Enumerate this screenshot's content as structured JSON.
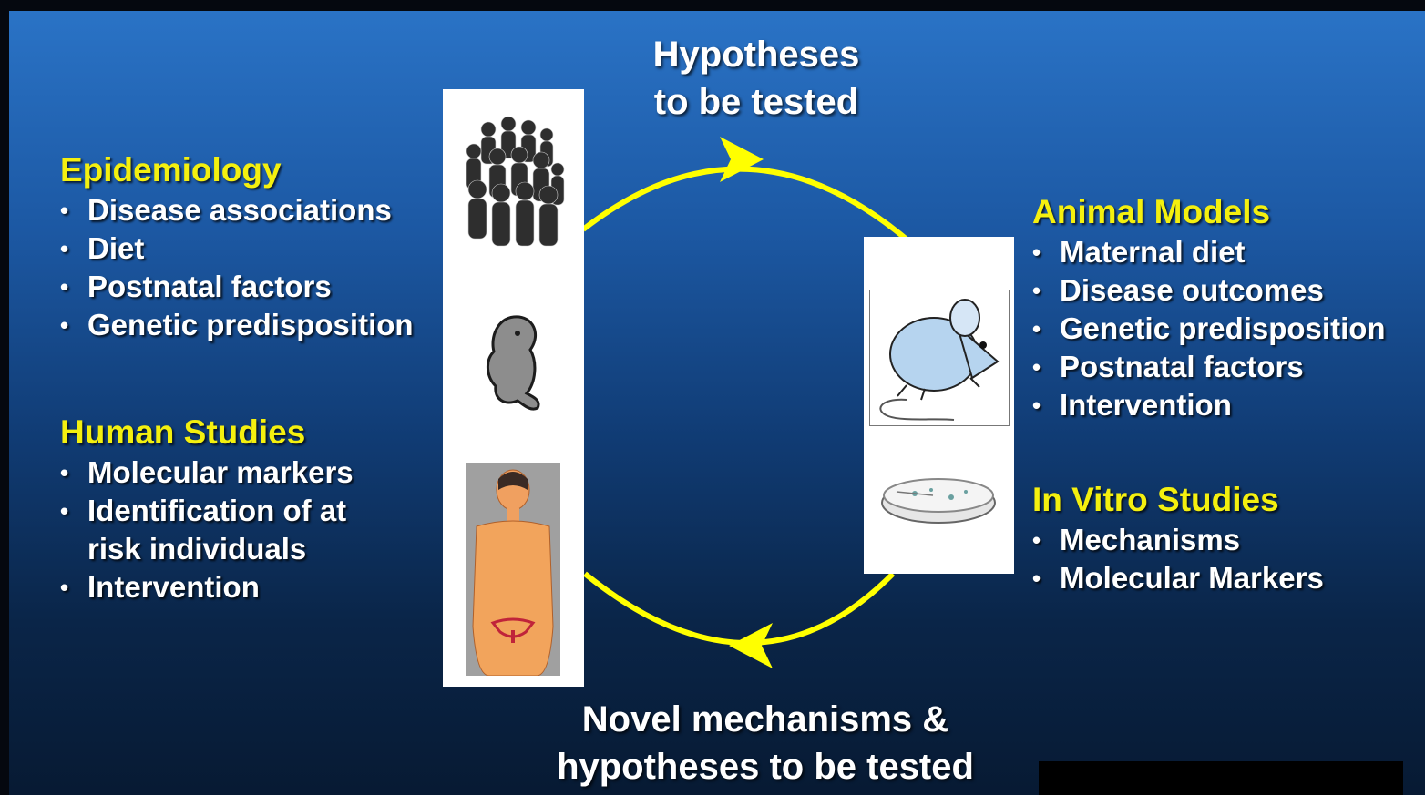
{
  "top_caption": [
    "Hypotheses",
    "to be tested"
  ],
  "bottom_caption": [
    "Novel mechanisms &",
    "hypotheses to be tested"
  ],
  "sections": {
    "epidemiology": {
      "title": "Epidemiology",
      "items": [
        "Disease associations",
        "Diet",
        "Postnatal factors",
        "Genetic predisposition"
      ]
    },
    "human_studies": {
      "title": "Human Studies",
      "items": [
        "Molecular markers",
        "Identification of at risk individuals",
        "Intervention"
      ]
    },
    "animal_models": {
      "title": "Animal Models",
      "items": [
        "Maternal diet",
        "Disease outcomes",
        "Genetic predisposition",
        "Postnatal factors",
        "Intervention"
      ]
    },
    "in_vitro": {
      "title": "In Vitro Studies",
      "items": [
        "Mechanisms",
        "Molecular Markers"
      ]
    }
  },
  "icons": {
    "left_panel": [
      "crowd-icon",
      "fetus-icon",
      "female-body-icon"
    ],
    "right_panel": [
      "mouse-icon",
      "petri-dish-icon"
    ]
  },
  "colors": {
    "heading": "#f4f00f",
    "cycle_arrow": "#ffff00",
    "text": "#ffffff"
  }
}
